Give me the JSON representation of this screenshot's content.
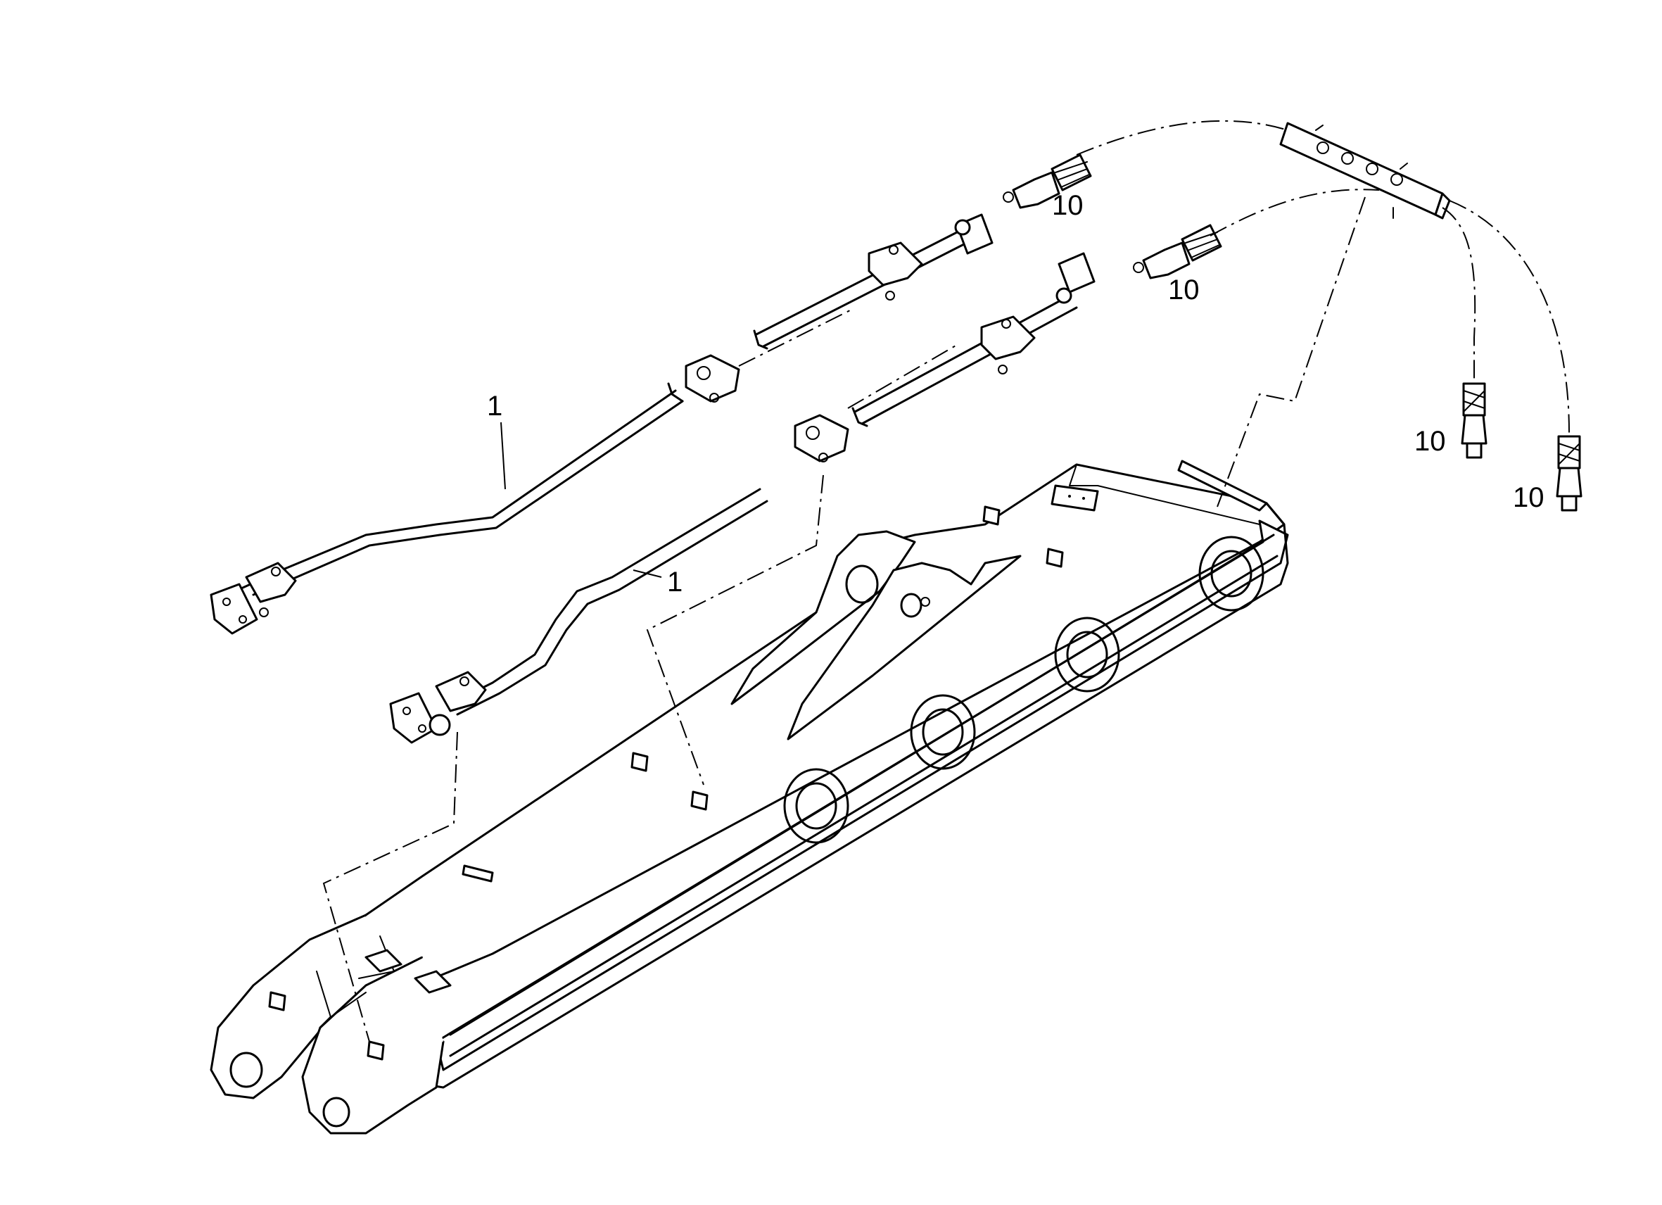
{
  "callouts": [
    {
      "id": "upper-pipe",
      "label": "1"
    },
    {
      "id": "lower-pipe",
      "label": "1"
    },
    {
      "id": "hose-upper-left",
      "label": "10"
    },
    {
      "id": "hose-upper-middle",
      "label": "10"
    },
    {
      "id": "hose-right-a",
      "label": "10"
    },
    {
      "id": "hose-right-b",
      "label": "10"
    }
  ]
}
